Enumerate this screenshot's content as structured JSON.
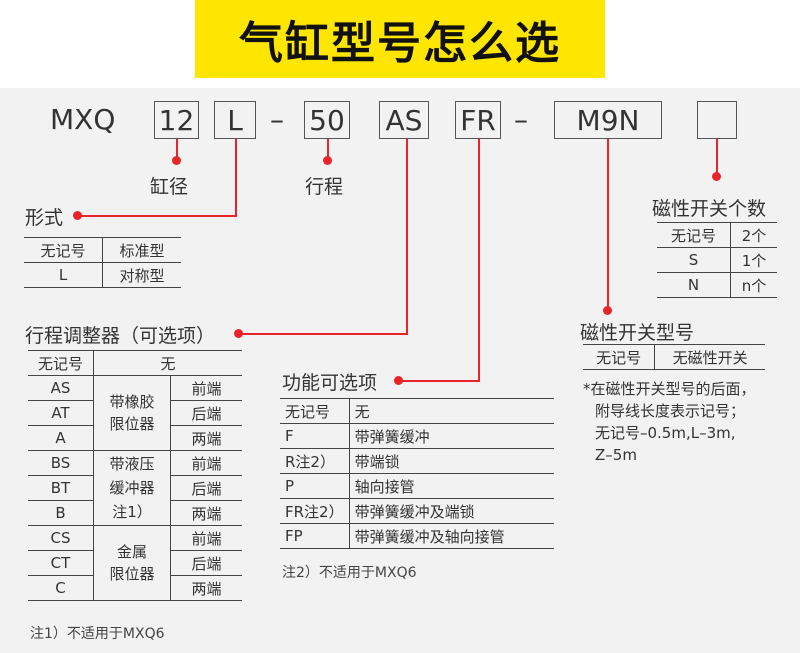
{
  "title": "气缸型号怎么选",
  "model": {
    "prefix": "MXQ",
    "bore": "12",
    "form": "L",
    "dash1": "–",
    "stroke": "50",
    "adjuster": "AS",
    "function": "FR",
    "dash2": "–",
    "switch_model": "M9N",
    "switch_count": ""
  },
  "labels": {
    "bore": "缸径",
    "stroke": "行程",
    "switch_count": "磁性开关个数",
    "form": "形式",
    "adjuster": "行程调整器（可选项）",
    "switch_model": "磁性开关型号",
    "function": "功能可选项"
  },
  "form_table": [
    [
      "无记号",
      "标准型"
    ],
    [
      "L",
      "对称型"
    ]
  ],
  "switch_count_table": [
    [
      "无记号",
      "2个"
    ],
    [
      "S",
      "1个"
    ],
    [
      "N",
      "n个"
    ]
  ],
  "switch_model_table": [
    [
      "无记号",
      "无磁性开关"
    ]
  ],
  "switch_model_note": [
    "*在磁性开关型号的后面，",
    "附导线长度表示记号；",
    "无记号–0.5m,L–3m,",
    "Z–5m"
  ],
  "adjuster_table": {
    "header": [
      "无记号",
      "无"
    ],
    "groups": [
      {
        "name": [
          "带橡胶",
          "限位器"
        ],
        "rows": [
          [
            "AS",
            "前端"
          ],
          [
            "AT",
            "后端"
          ],
          [
            "A",
            "两端"
          ]
        ]
      },
      {
        "name": [
          "带液压",
          "缓冲器",
          "注1）"
        ],
        "rows": [
          [
            "BS",
            "前端"
          ],
          [
            "BT",
            "后端"
          ],
          [
            "B",
            "两端"
          ]
        ]
      },
      {
        "name": [
          "金属",
          "限位器"
        ],
        "rows": [
          [
            "CS",
            "前端"
          ],
          [
            "CT",
            "后端"
          ],
          [
            "C",
            "两端"
          ]
        ]
      }
    ]
  },
  "adjuster_note": "注1）不适用于MXQ6",
  "function_table": [
    [
      "无记号",
      "无"
    ],
    [
      "F",
      "带弹簧缓冲"
    ],
    [
      "R注2）",
      "带端锁"
    ],
    [
      "P",
      "轴向接管"
    ],
    [
      "FR注2）",
      "带弹簧缓冲及端锁"
    ],
    [
      "FP",
      "带弹簧缓冲及轴向接管"
    ]
  ],
  "function_note": "注2）不适用于MXQ6",
  "colors": {
    "accent": "#e8242a",
    "title_bg": "#ffe600",
    "bg": "#f2f2f2"
  }
}
